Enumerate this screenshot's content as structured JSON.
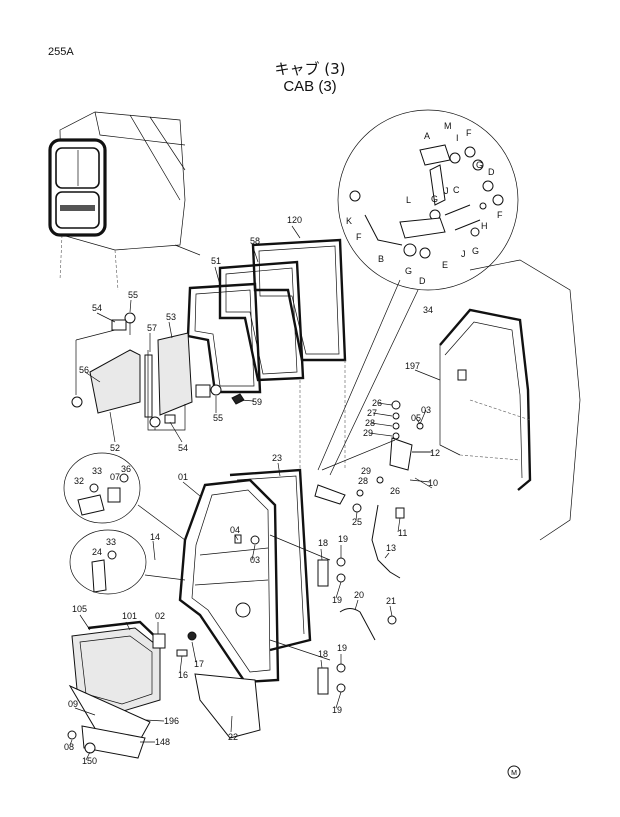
{
  "page_number": "255A",
  "title_jp": "キャブ (3)",
  "title_en": "CAB (3)",
  "logo_mark": "M",
  "callouts": {
    "c120": "120",
    "c58": "58",
    "c51": "51",
    "c54a": "54",
    "c55a": "55",
    "c57": "57",
    "c53": "53",
    "c56": "56",
    "c52": "52",
    "c55b": "55",
    "c59": "59",
    "c54b": "54",
    "c33a": "33",
    "c36": "36",
    "c07": "07",
    "c32": "32",
    "c24": "24",
    "c33b": "33",
    "c14": "14",
    "c01": "01",
    "c23": "23",
    "c04": "04",
    "c03a": "03",
    "c105": "105",
    "c101": "101",
    "c02": "02",
    "c16": "16",
    "c17": "17",
    "c09": "09",
    "c196": "196",
    "c08": "08",
    "c148": "148",
    "c150": "150",
    "c22": "22",
    "c18a": "18",
    "c19a": "19",
    "c19b": "19",
    "c20": "20",
    "c21": "21",
    "c18b": "18",
    "c19c": "19",
    "c19d": "19",
    "c13": "13",
    "c25": "25",
    "c29a": "29",
    "c28a": "28",
    "c26a": "26",
    "c10": "10",
    "c11": "11",
    "c12": "12",
    "c26b": "26",
    "c27": "27",
    "c28b": "28",
    "c29b": "29",
    "c05": "05",
    "c03b": "03",
    "c197": "197",
    "c34": "34",
    "dA": "A",
    "dM": "M",
    "dI": "I",
    "dF1": "F",
    "dG1": "G",
    "dC": "C",
    "dD1": "D",
    "dG2": "G",
    "dJ1": "J",
    "dL": "L",
    "dK": "K",
    "dF2": "F",
    "dB": "B",
    "dG3": "G",
    "dD2": "D",
    "dE": "E",
    "dJ2": "J",
    "dG4": "G",
    "dH": "H",
    "dF3": "F"
  }
}
